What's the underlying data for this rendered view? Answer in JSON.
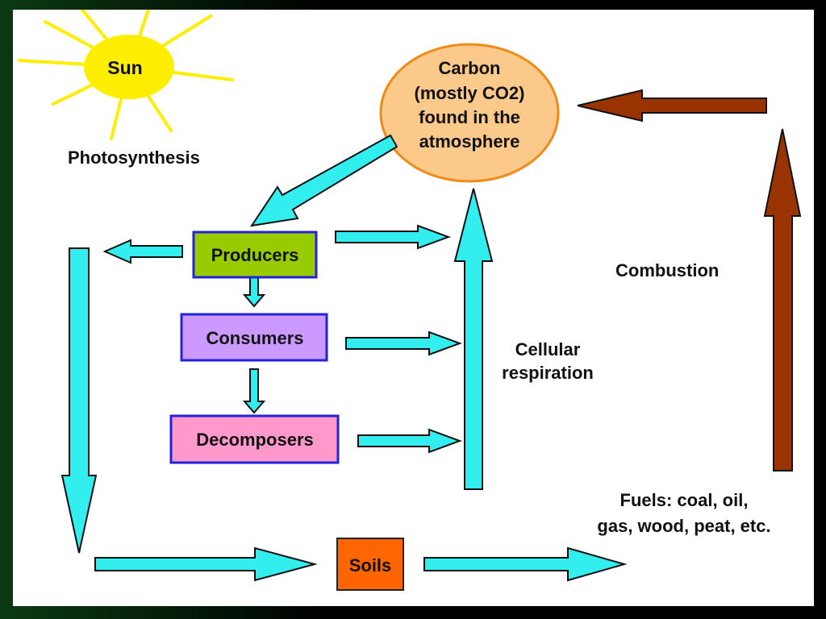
{
  "diagram": {
    "sun": {
      "label": "Sun",
      "color": "#ffee00"
    },
    "photosynthesis_label": "Photosynthesis",
    "atmosphere": {
      "lines": [
        "Carbon",
        "(mostly CO2)",
        "found in the",
        "atmosphere"
      ],
      "fill": "#fbc98a",
      "stroke": "#f08a1a"
    },
    "nodes": {
      "producers": {
        "label": "Producers",
        "fill": "#99cc00"
      },
      "consumers": {
        "label": "Consumers",
        "fill": "#cc99ff"
      },
      "decomposers": {
        "label": "Decomposers",
        "fill": "#ff99cc"
      },
      "soils": {
        "label": "Soils",
        "fill": "#ff6600"
      }
    },
    "box_border_color": "#2222dd",
    "cellular_respiration": [
      "Cellular",
      "respiration"
    ],
    "combustion_label": "Combustion",
    "fuels": [
      "Fuels: coal, oil,",
      "gas, wood, peat, etc."
    ],
    "arrow_colors": {
      "cycle": "#33eeee",
      "combustion": "#993300"
    }
  }
}
